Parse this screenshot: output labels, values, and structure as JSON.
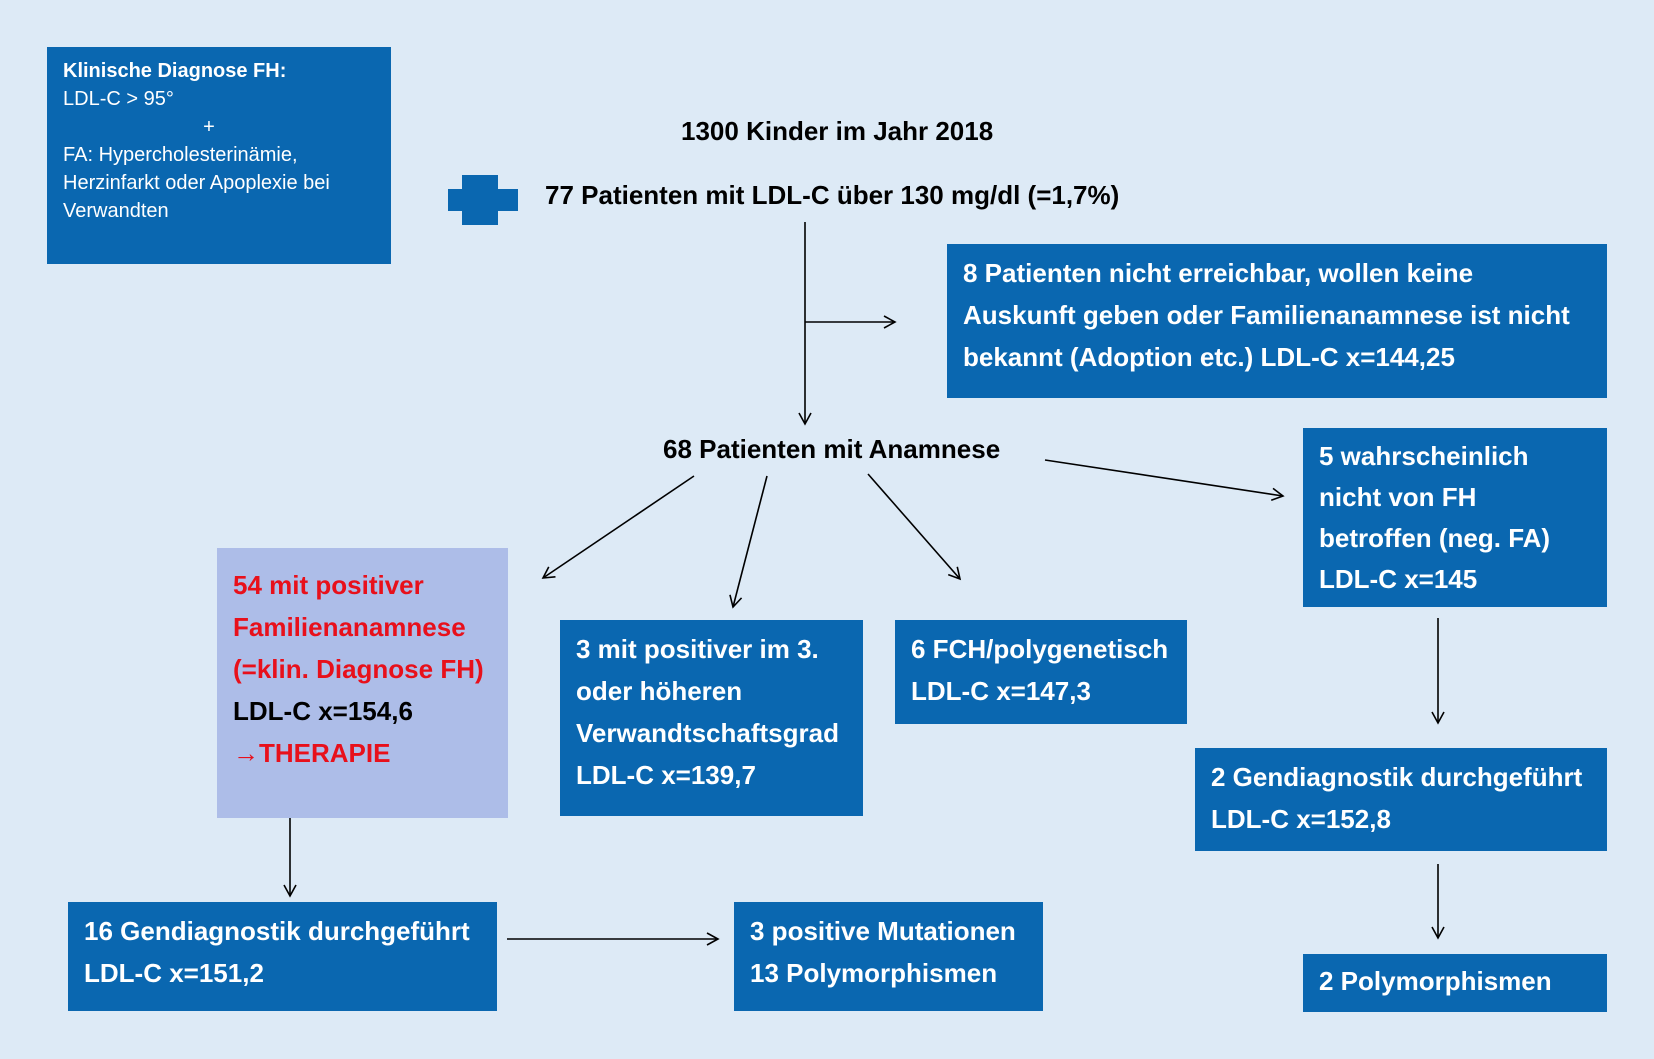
{
  "criteria": {
    "title": "Klinische Diagnose FH:",
    "line1": "LDL-C > 95°",
    "plus": "+",
    "line2": "FA: Hypercholesterinämie,",
    "line3": "Herzinfarkt oder Apoplexie bei",
    "line4": "Verwandten"
  },
  "top": {
    "line1": "1300 Kinder im Jahr 2018",
    "line2": "77 Patienten mit LDL-C über 130 mg/dl (=1,7%)"
  },
  "excluded": {
    "l1": "8 Patienten nicht erreichbar, wollen keine",
    "l2": "Auskunft geben oder Familienanamnese ist nicht",
    "l3": "bekannt (Adoption etc.)  LDL-C x=144,25"
  },
  "anamnese": "68 Patienten mit Anamnese",
  "neg_fa": {
    "l1": "5 wahrscheinlich",
    "l2": "nicht von FH",
    "l3": "betroffen (neg. FA)",
    "l4": "LDL-C x=145"
  },
  "pos_fam": {
    "l1": "54 mit positiver",
    "l2": "Familienanamnese",
    "l3": "(=klin. Diagnose FH)",
    "l4": "LDL-C x=154,6",
    "l5": "→THERAPIE"
  },
  "third_degree": {
    "l1": "3 mit positiver im 3.",
    "l2": "oder höheren",
    "l3": "Verwandtschaftsgrad",
    "l4": "LDL-C x=139,7"
  },
  "fch": {
    "l1": "6 FCH/polygenetisch",
    "l2": "LDL-C x=147,3"
  },
  "gen2": {
    "l1": "2 Gendiagnostik durchgeführt",
    "l2": "LDL-C x=152,8"
  },
  "gen16": {
    "l1": "16 Gendiagnostik durchgeführt",
    "l2": "LDL-C x=151,2"
  },
  "mutations": {
    "l1": "3 positive Mutationen",
    "l2": "13 Polymorphismen"
  },
  "poly2": "2 Polymorphismen",
  "colors": {
    "background": "#ddeaf6",
    "box": "#0a67b0",
    "highlight_box": "#adbde8",
    "red_text": "#e8101b"
  }
}
